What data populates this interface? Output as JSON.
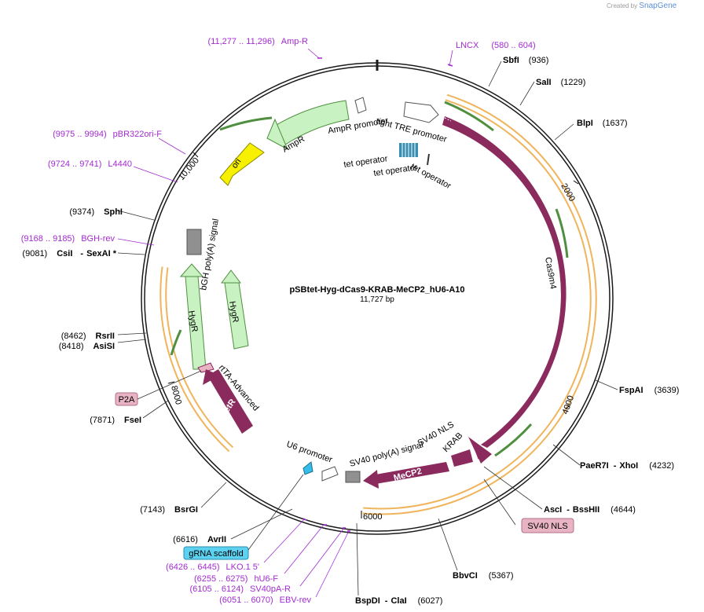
{
  "credit": {
    "prefix": "Created by",
    "brand": "SnapGene"
  },
  "plasmid": {
    "name": "pSBtet-Hyg-dCas9-KRAB-MeCP2_hU6-A10",
    "length": "11,727 bp"
  },
  "ticks": [
    "2000",
    "4000",
    "6000",
    "8000",
    "10,000"
  ],
  "sites": {
    "sbfi": {
      "name": "SbfI",
      "pos": "(936)"
    },
    "sali": {
      "name": "SalI",
      "pos": "(1229)"
    },
    "blpi": {
      "name": "BlpI",
      "pos": "(1637)"
    },
    "fspai": {
      "name": "FspAI",
      "pos": "(3639)"
    },
    "paer7i": {
      "name": "PaeR7I",
      "sep": "-",
      "name2": "XhoI",
      "pos": "(4232)"
    },
    "asci": {
      "name": "AscI",
      "sep": "-",
      "name2": "BssHII",
      "pos": "(4644)"
    },
    "bbvci": {
      "name": "BbvCI",
      "pos": "(5367)"
    },
    "bspdi": {
      "name": "BspDI",
      "sep": "-",
      "name2": "ClaI",
      "pos": "(6027)"
    },
    "avrii": {
      "pos": "(6616)",
      "name": "AvrII"
    },
    "bsrgi": {
      "pos": "(7143)",
      "name": "BsrGI"
    },
    "fsei": {
      "pos": "(7871)",
      "name": "FseI"
    },
    "asisi": {
      "pos": "(8418)",
      "name": "AsiSI"
    },
    "rsrii": {
      "pos": "(8462)",
      "name": "RsrII"
    },
    "csii": {
      "pos": "(9081)",
      "name": "CsiI",
      "sep": "-",
      "name2": "SexAI *"
    },
    "sphi": {
      "pos": "(9374)",
      "name": "SphI"
    }
  },
  "primers": {
    "ampr": {
      "range": "(11,277 .. 11,296)",
      "name": "Amp-R"
    },
    "lncx": {
      "name": "LNCX",
      "range": "(580 .. 604)"
    },
    "pbr": {
      "range": "(9975 .. 9994)",
      "name": "pBR322ori-F"
    },
    "l4440": {
      "range": "(9724 .. 9741)",
      "name": "L4440"
    },
    "bgh": {
      "range": "(9168 .. 9185)",
      "name": "BGH-rev"
    },
    "lko": {
      "range": "(6426 .. 6445)",
      "name": "LKO.1 5'"
    },
    "hu6": {
      "range": "(6255 .. 6275)",
      "name": "hU6-F"
    },
    "sv40pa": {
      "range": "(6105 .. 6124)",
      "name": "SV40pA-R"
    },
    "ebv": {
      "range": "(6051 .. 6070)",
      "name": "EBV-rev"
    }
  },
  "features": {
    "ampr": "AmpR",
    "ampr_promoter": "AmpR promoter",
    "tight_tre": "tight TRE promoter",
    "tet_op1": "tet operator",
    "tet_op2": "tet operator",
    "tet_op3": "tet operator",
    "ori": "ori",
    "cas9m4": "Cas9m4",
    "bgh_polya": "bGH poly(A) signal",
    "hygr_outer": "HygR",
    "hygr_inner": "HygR",
    "rtta": "rtTA-Advanced",
    "rtetr": "rTetR",
    "u6": "U6 promoter",
    "sv40_polya": "SV40 poly(A) signal",
    "sv40_nls": "SV40 NLS",
    "krab": "KRAB",
    "mecp2": "MeCP2"
  },
  "boxes": {
    "p2a": "P2A",
    "sv40nls": "SV40 NLS",
    "grna": "gRNA scaffold"
  },
  "colors": {
    "backbone": "#1a1a1a",
    "cds": "#8b2a5d",
    "light_green": "#c9f2c2",
    "green_border": "#4f8f3f",
    "ori_yellow": "#f7f000",
    "orange_band": "#f0b45c",
    "primer": "#a32bd1",
    "promoter_grey": "#909090",
    "u6_cyan": "#33bde8",
    "tetop_blue": "#3a8fb0",
    "pink_box": "#e8b4c4",
    "cyan_box": "#5cd2f0"
  }
}
